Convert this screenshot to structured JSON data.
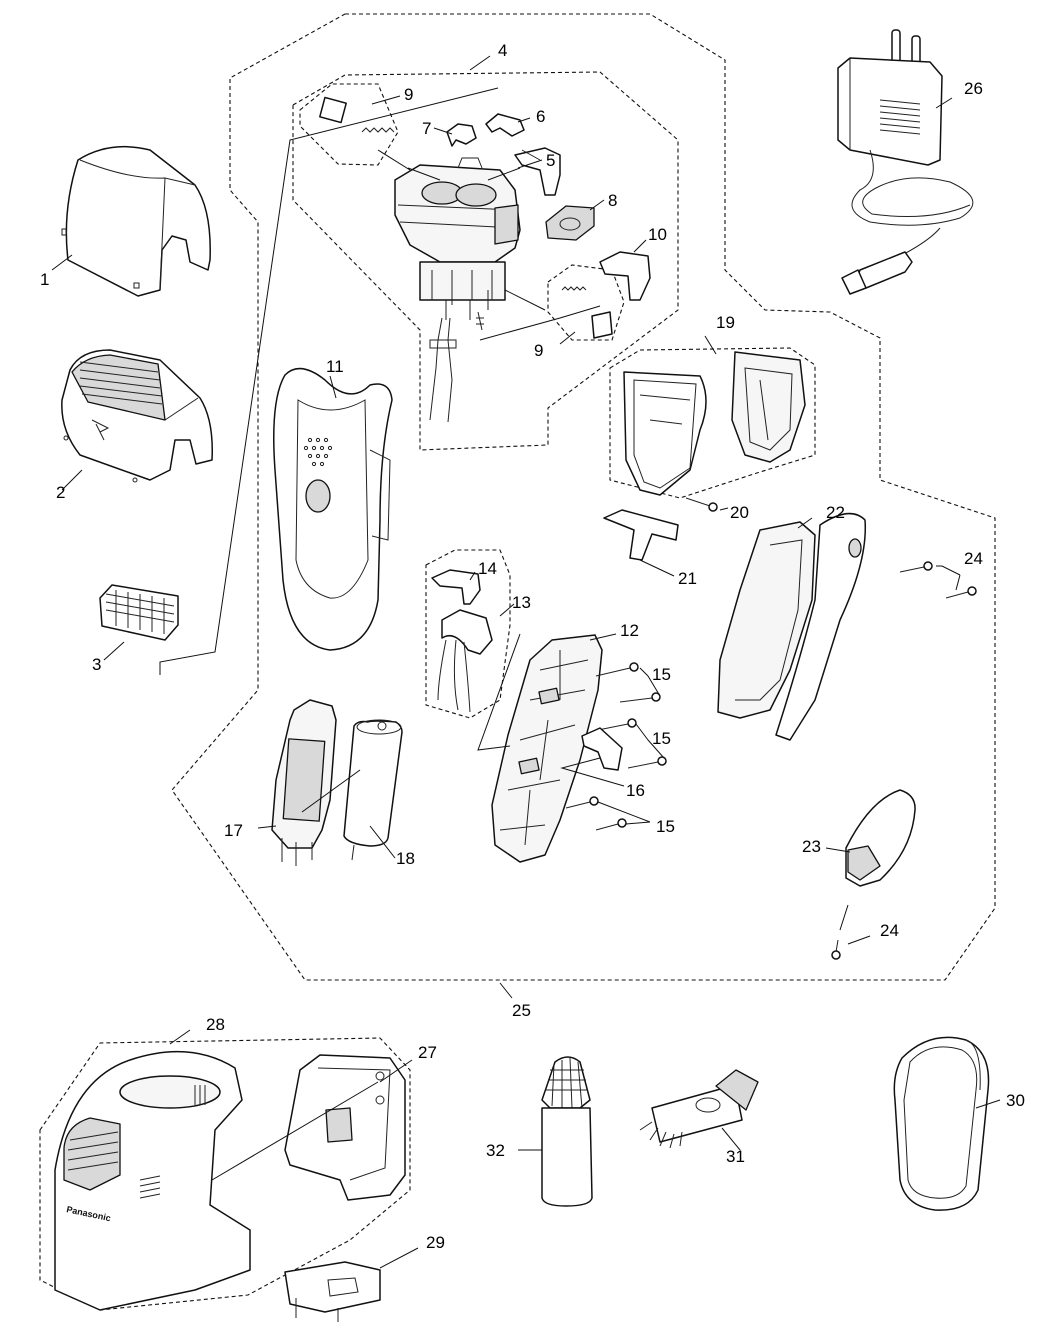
{
  "diagram": {
    "callouts": {
      "p1": "1",
      "p2": "2",
      "p3": "3",
      "p4": "4",
      "p5": "5",
      "p6": "6",
      "p7": "7",
      "p8": "8",
      "p9a": "9",
      "p9b": "9",
      "p10": "10",
      "p11": "11",
      "p12": "12",
      "p13": "13",
      "p14": "14",
      "p15a": "15",
      "p15b": "15",
      "p15c": "15",
      "p16": "16",
      "p17": "17",
      "p18": "18",
      "p19": "19",
      "p20": "20",
      "p21": "21",
      "p22": "22",
      "p23": "23",
      "p24a": "24",
      "p24b": "24",
      "p25": "25",
      "p26": "26",
      "p27": "27",
      "p28": "28",
      "p29": "29",
      "p30": "30",
      "p31": "31",
      "p32": "32"
    },
    "stand_brand": "Panasonic",
    "colors": {
      "line": "#111111",
      "paper": "#ffffff"
    }
  }
}
